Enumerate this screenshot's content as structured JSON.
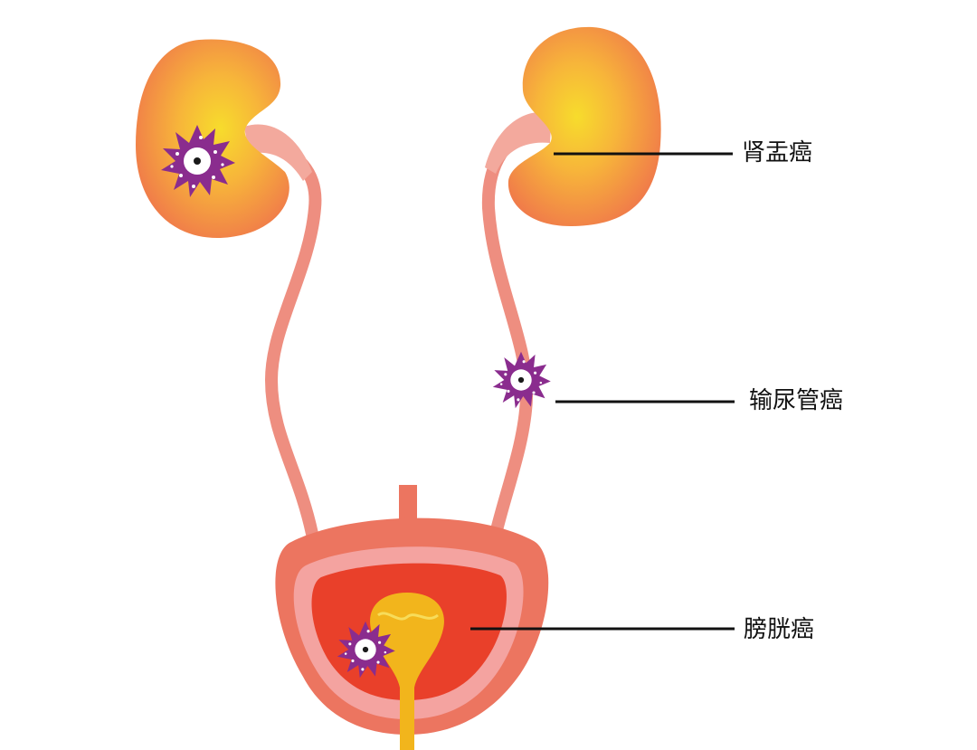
{
  "labels": {
    "renal_pelvis_cancer": "肾盂癌",
    "ureter_cancer": "输尿管癌",
    "bladder_cancer": "膀胱癌"
  },
  "colors": {
    "kidney_outer": "#F07A4A",
    "kidney_inner": "#F5D32A",
    "ureter": "#EE8E80",
    "ureter_light": "#F3A99D",
    "bladder_outer": "#EC7560",
    "bladder_mid": "#F4A3A0",
    "bladder_inner": "#E9402A",
    "urethra": "#F2B51C",
    "tumor": "#8A2C8E",
    "leader_line": "#111111"
  },
  "icons": [
    "tumor-cell-icon"
  ]
}
